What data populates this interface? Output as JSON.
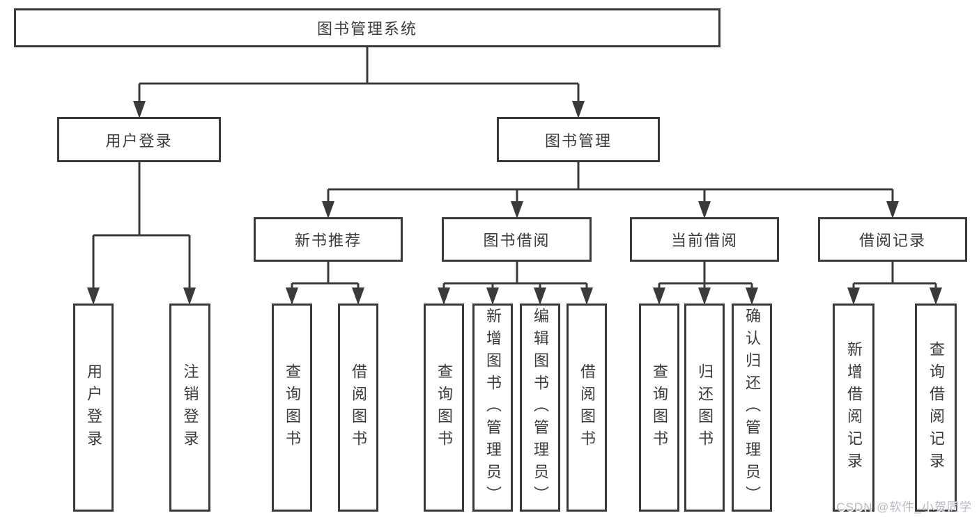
{
  "diagram": {
    "root": {
      "label": "图书管理系统"
    },
    "user_login": {
      "label": "用户登录",
      "children": [
        {
          "label": "用户登录"
        },
        {
          "label": "注销登录"
        }
      ]
    },
    "book_management": {
      "label": "图书管理",
      "sections": [
        {
          "label": "新书推荐",
          "children": [
            {
              "label": "查询图书"
            },
            {
              "label": "借阅图书"
            }
          ]
        },
        {
          "label": "图书借阅",
          "children": [
            {
              "label": "查询图书"
            },
            {
              "label": "新增图书（管理员）"
            },
            {
              "label": "编辑图书（管理员）"
            },
            {
              "label": "借阅图书"
            }
          ]
        },
        {
          "label": "当前借阅",
          "children": [
            {
              "label": "查询图书"
            },
            {
              "label": "归还图书"
            },
            {
              "label": "确认归还（管理员）"
            }
          ]
        },
        {
          "label": "借阅记录",
          "children": [
            {
              "label": "新增借阅记录"
            },
            {
              "label": "查询借阅记录"
            }
          ]
        }
      ]
    }
  },
  "watermark": "CSDN @软件_小贺同学",
  "colors": {
    "line": "#3a3a3a",
    "text": "#3b3b3b",
    "watermark": "#b6bac0"
  }
}
